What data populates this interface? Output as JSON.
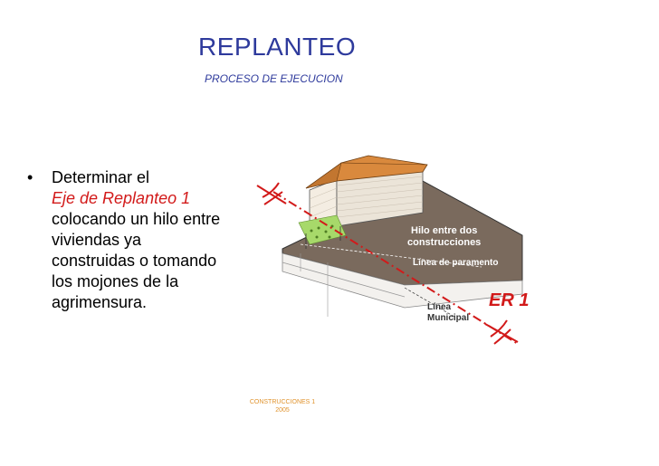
{
  "slide": {
    "title": "REPLANTEO",
    "subtitle": "PROCESO DE EJECUCION",
    "bullet": {
      "line1": "Determinar el",
      "line2": "Eje de Replanteo 1",
      "line3": "colocando un hilo entre",
      "line4": "viviendas ya",
      "line5": "construidas o tomando",
      "line6": "los mojones de la",
      "line7": "agrimensura."
    },
    "figure": {
      "label_hilo_1": "Hilo entre dos",
      "label_hilo_2": "construcciones",
      "label_paramento": "Línea de paramento",
      "label_municipal_1": "Línea",
      "label_municipal_2": "Municipal",
      "label_er": "ER 1"
    },
    "footer": {
      "line1": "CONSTRUCCIONES 1",
      "line2": "2005"
    },
    "colors": {
      "title": "#2e3a9c",
      "highlight": "#d21a1a",
      "footer": "#e0932d",
      "ground": "#7a6a5d",
      "roof": "#d9893d"
    }
  }
}
